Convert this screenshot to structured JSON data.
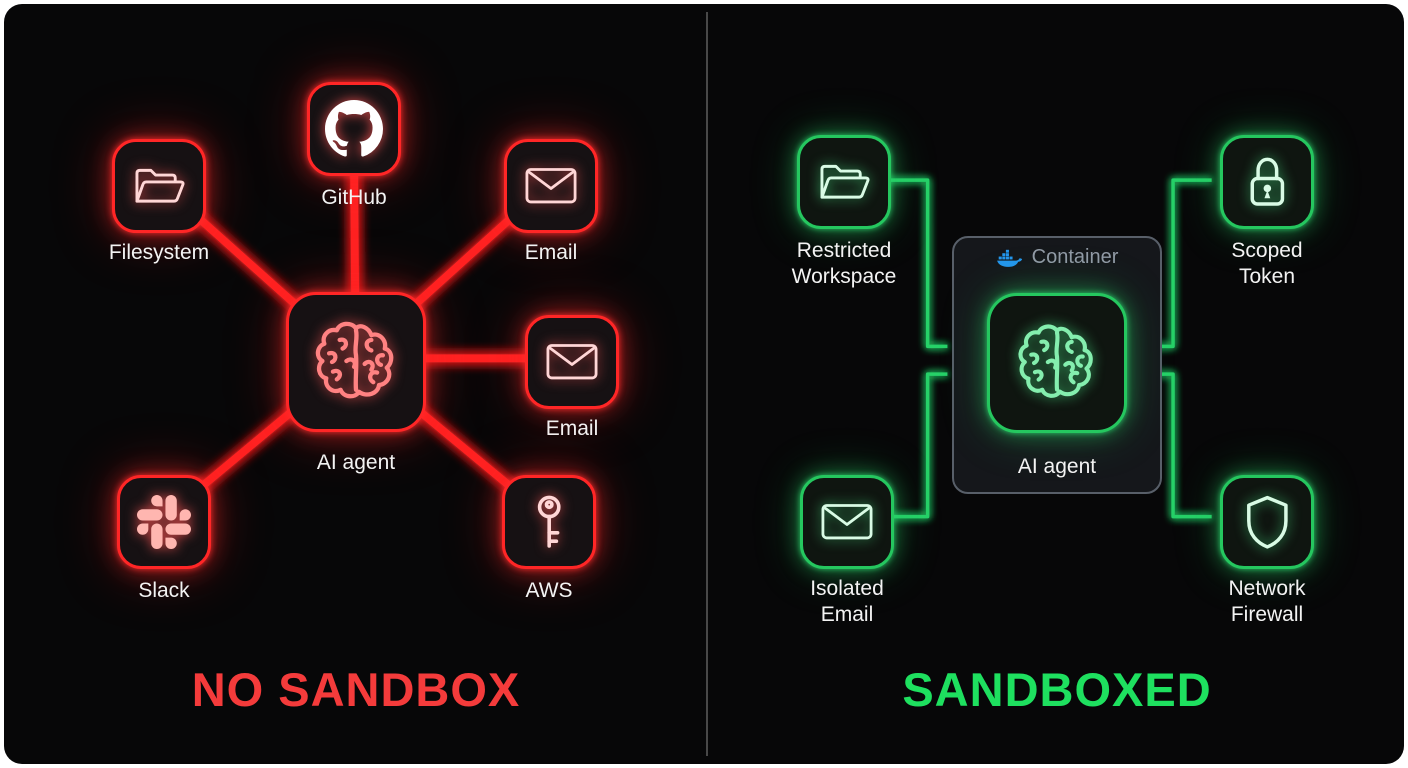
{
  "colors": {
    "red": "#ff2626",
    "red-icon": "#ffd6d6",
    "red-title": "#f43b3b",
    "green": "#25c75f",
    "green-icon": "#d9fbe5",
    "green-title": "#1ee05f",
    "label": "#f3f3f3",
    "divider": "#484848",
    "container-border": "#585f69",
    "container-label": "#929aa6",
    "docker-blue": "#2496ED",
    "slack-pink": "#ffb6b0"
  },
  "left": {
    "title": "NO SANDBOX",
    "center": {
      "label": "AI agent",
      "icon": "brain-icon"
    },
    "nodes": [
      {
        "label": "Filesystem",
        "icon": "folder-icon"
      },
      {
        "label": "GitHub",
        "icon": "github-icon"
      },
      {
        "label": "Email",
        "icon": "envelope-icon"
      },
      {
        "label": "Email",
        "icon": "envelope-icon"
      },
      {
        "label": "AWS",
        "icon": "key-icon"
      },
      {
        "label": "Slack",
        "icon": "slack-icon"
      }
    ]
  },
  "right": {
    "title": "SANDBOXED",
    "container": {
      "label": "Container",
      "icon": "docker-icon"
    },
    "center": {
      "label": "AI agent",
      "icon": "brain-icon"
    },
    "nodes": [
      {
        "label": "Restricted\nWorkspace",
        "icon": "folder-icon"
      },
      {
        "label": "Scoped\nToken",
        "icon": "lock-icon"
      },
      {
        "label": "Isolated\nEmail",
        "icon": "envelope-icon"
      },
      {
        "label": "Network\nFirewall",
        "icon": "shield-icon"
      }
    ]
  }
}
